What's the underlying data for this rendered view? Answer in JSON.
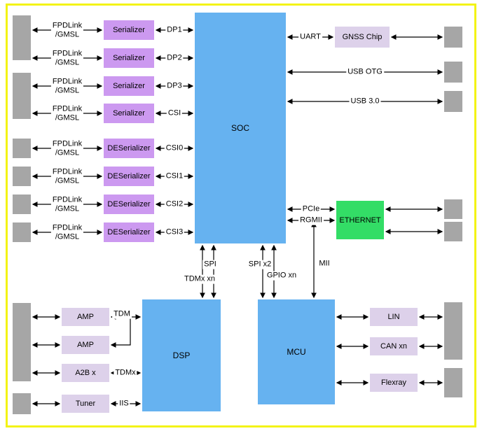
{
  "colors": {
    "frame_border": "#f3f315",
    "soc_blue": "#66b2f0",
    "chip_purple": "#cc99f0",
    "small_lavender": "#ddd1ea",
    "ethernet_green": "#33dd66",
    "connector_gray": "#a6a6a6"
  },
  "core_blocks": {
    "soc": "SOC",
    "dsp": "DSP",
    "mcu": "MCU",
    "ethernet": "ETHERNET",
    "gnss": "GNSS Chip"
  },
  "left_rows": [
    {
      "bus": "FPDLink\n/GMSL",
      "chip": "Serializer",
      "signal": "DP1"
    },
    {
      "bus": "FPDLink\n/GMSL",
      "chip": "Serializer",
      "signal": "DP2"
    },
    {
      "bus": "FPDLink\n/GMSL",
      "chip": "Serializer",
      "signal": "DP3"
    },
    {
      "bus": "FPDLink\n/GMSL",
      "chip": "Serializer",
      "signal": "CSI"
    },
    {
      "bus": "FPDLink\n/GMSL",
      "chip": "DESerializer",
      "signal": "CSI0"
    },
    {
      "bus": "FPDLink\n/GMSL",
      "chip": "DESerializer",
      "signal": "CSI1"
    },
    {
      "bus": "FPDLink\n/GMSL",
      "chip": "DESerializer",
      "signal": "CSI2"
    },
    {
      "bus": "FPDLink\n/GMSL",
      "chip": "DESerializer",
      "signal": "CSI3"
    }
  ],
  "right_links": {
    "uart": "UART",
    "usb_otg": "USB OTG",
    "usb_30": "USB 3.0",
    "pcie": "PCIe",
    "rgmii": "RGMII",
    "mii": "MII"
  },
  "soc_down_links": {
    "spi": "SPI",
    "tdmx_xn": "TDMx xn",
    "spi_x2": "SPI x2",
    "gpio_xn": "GPIO xn"
  },
  "audio_rows": [
    {
      "label": "AMP",
      "signal": "TDM"
    },
    {
      "label": "AMP"
    },
    {
      "label": "A2B x",
      "signal": "TDMx"
    },
    {
      "label": "Tuner",
      "signal": "IIS"
    }
  ],
  "vehicle_rows": [
    {
      "label": "LIN"
    },
    {
      "label": "CAN xn"
    },
    {
      "label": "Flexray"
    }
  ]
}
